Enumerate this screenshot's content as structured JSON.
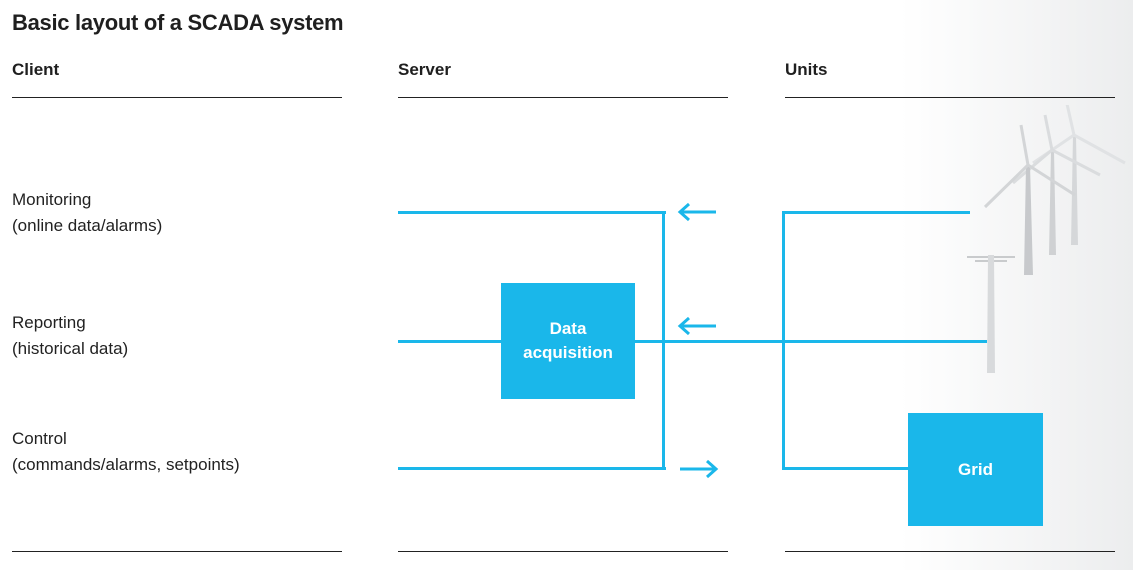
{
  "title": "Basic layout of a SCADA system",
  "columns": {
    "client": "Client",
    "server": "Server",
    "units": "Units"
  },
  "rows": {
    "monitoring": {
      "line1": "Monitoring",
      "line2": "(online data/alarms)"
    },
    "reporting": {
      "line1": "Reporting",
      "line2": "(historical data)"
    },
    "control": {
      "line1": "Control",
      "line2": "(commands/alarms, setpoints)"
    }
  },
  "boxes": {
    "data_acquisition": {
      "line1": "Data",
      "line2": "acquisition"
    },
    "grid": "Grid"
  },
  "colors": {
    "accent": "#1ab7ea",
    "text": "#1f1f1f"
  },
  "icons": [
    "arrow-left-icon",
    "arrow-left-icon",
    "arrow-right-icon",
    "wind-turbine-icon"
  ]
}
